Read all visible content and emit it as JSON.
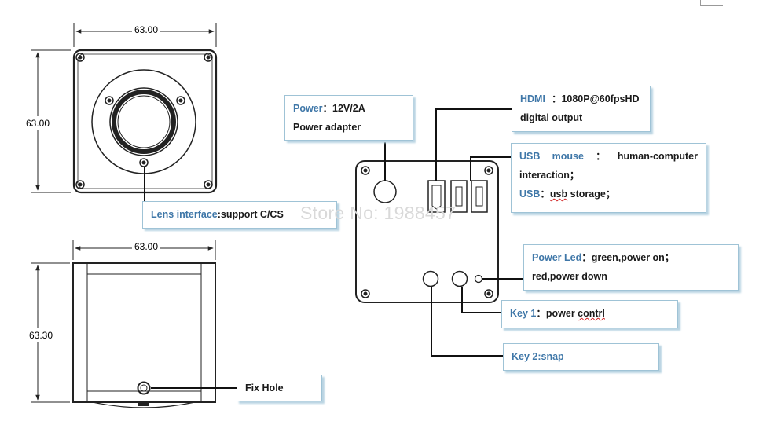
{
  "dimensions": {
    "front_width": "63.00",
    "front_height": "63.00",
    "side_width": "63.00",
    "side_height": "63.30"
  },
  "callouts": {
    "lens": {
      "key": "Lens interface",
      "text": ":support C/CS"
    },
    "fix_hole": {
      "text": "Fix Hole"
    },
    "power": {
      "key": "Power",
      "sep": "：",
      "value": "12V/2A",
      "line2": "Power adapter"
    },
    "hdmi": {
      "key": "HDMI",
      "value": "：1080P@60fpsHD",
      "line2": "digital output"
    },
    "usb": {
      "key1": "USB",
      "key1b": "mouse",
      "sep1": "：",
      "value1": "human-computer",
      "line2": "interaction；",
      "key2": "USB",
      "sep2": "：",
      "value2_sq": "usb",
      "value2_rest": " storage；"
    },
    "power_led": {
      "key": "Power Led",
      "sep": "：",
      "value": "green,power on；",
      "line2": "red,power down"
    },
    "key1": {
      "key": "Key 1",
      "sep": "：",
      "value_pre": "power ",
      "value_sq": "contrl"
    },
    "key2": {
      "key": "Key 2:snap"
    }
  },
  "watermark": "Store No: 1988457",
  "colors": {
    "key_blue": "#3f77a8",
    "box_border": "#9fc3d6",
    "box_shadow": "#b9d4e2",
    "line": "#111111"
  }
}
